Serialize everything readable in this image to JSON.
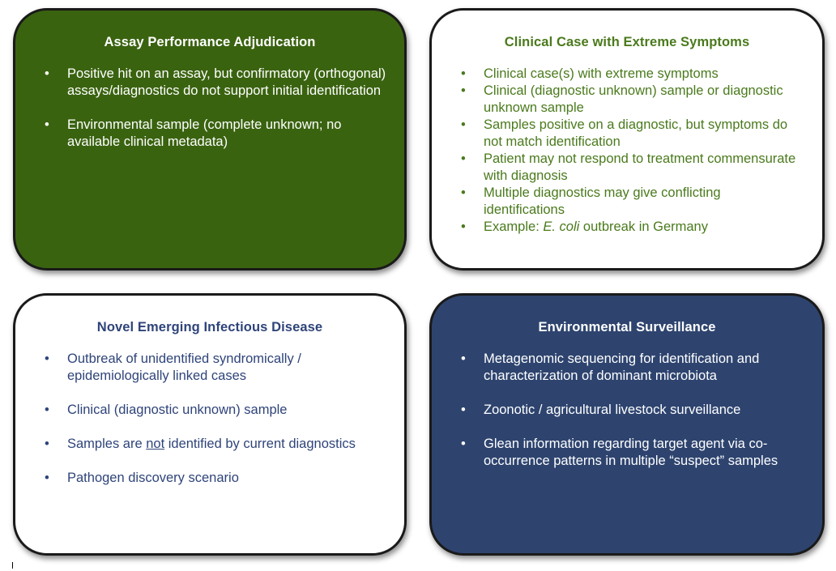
{
  "panels": {
    "assay": {
      "title": "Assay Performance Adjudication",
      "items": [
        {
          "text": "Positive hit on an assay, but confirmatory (orthogonal) assays/diagnostics do not support initial identification"
        },
        {
          "text": "Environmental sample (complete unknown; no available clinical metadata)"
        }
      ]
    },
    "clinical": {
      "title": "Clinical Case with Extreme Symptoms",
      "items": [
        {
          "text": "Clinical case(s) with extreme symptoms"
        },
        {
          "text": "Clinical (diagnostic unknown) sample or diagnostic unknown sample"
        },
        {
          "text": "Samples positive on a diagnostic, but symptoms do not match identification"
        },
        {
          "text": "Patient may not respond to treatment commensurate with diagnosis"
        },
        {
          "text": "Multiple diagnostics may give conflicting identifications"
        },
        {
          "prefix": "Example: ",
          "italic": "E. coli",
          "suffix": " outbreak in Germany"
        }
      ]
    },
    "novel": {
      "title": "Novel Emerging Infectious Disease",
      "items": [
        {
          "text": "Outbreak of unidentified syndromically / epidemiologically linked cases"
        },
        {
          "text": "Clinical (diagnostic unknown) sample"
        },
        {
          "prefix": "Samples are ",
          "underline": "not",
          "suffix": " identified by current diagnostics"
        },
        {
          "text": "Pathogen discovery scenario"
        }
      ]
    },
    "environmental": {
      "title": "Environmental Surveillance",
      "items": [
        {
          "text": "Metagenomic sequencing for identification and characterization of dominant microbiota"
        },
        {
          "text": "Zoonotic / agricultural livestock surveillance"
        },
        {
          "text": "Glean information regarding target agent via co-occurrence patterns in multiple “suspect” samples"
        }
      ]
    }
  },
  "bullet_glyph": "•",
  "colors": {
    "assay_fill": "#3a6310",
    "clinical_text": "#4a7a1c",
    "novel_text": "#2f447a",
    "environmental_fill": "#2e446f"
  }
}
